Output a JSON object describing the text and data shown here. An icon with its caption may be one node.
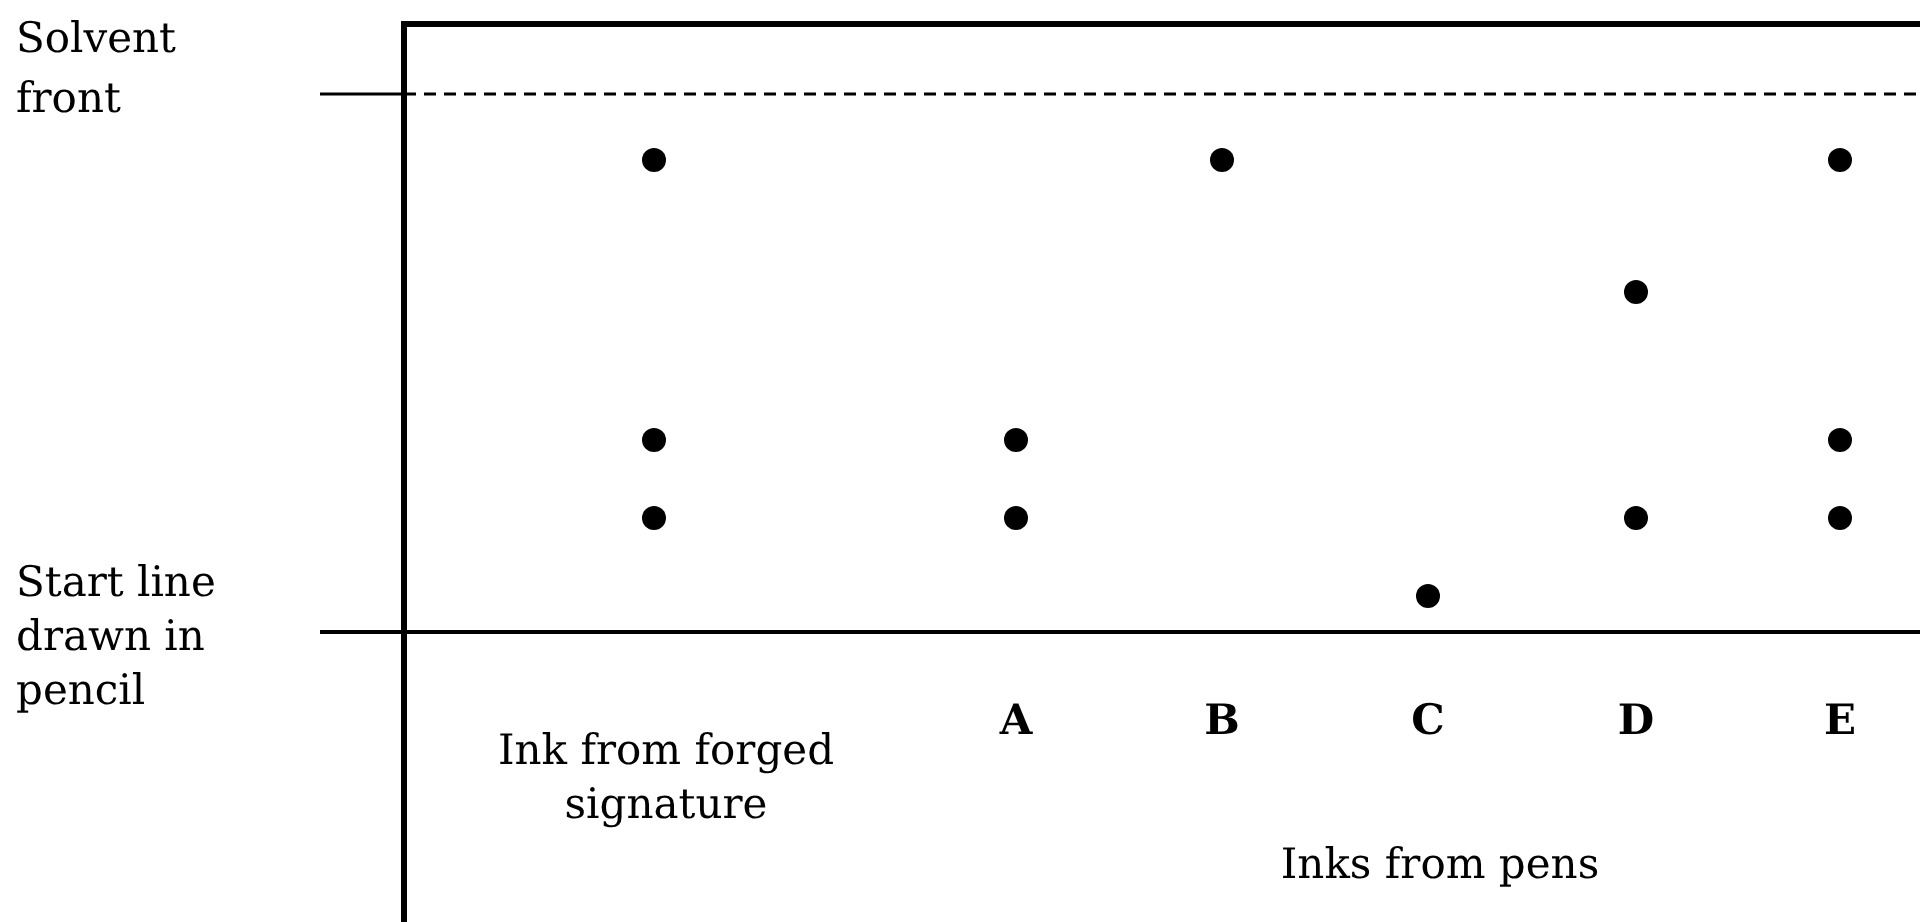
{
  "diagram": {
    "labels": [
      "Solvent front",
      "Start line drawn in pencil",
      "Ink from forged signature",
      "A",
      "B",
      "C",
      "D",
      "E",
      "Inks from pens"
    ]
  }
}
